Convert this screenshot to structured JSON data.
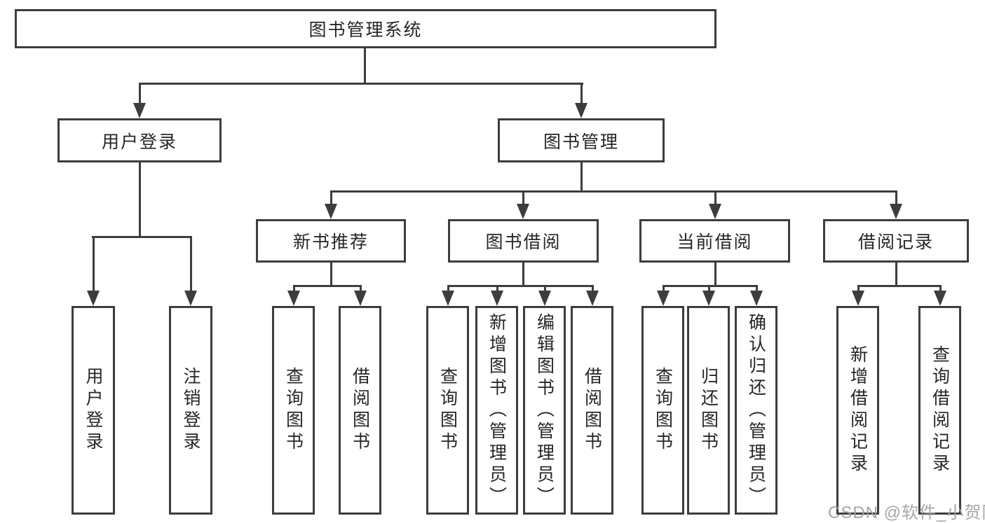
{
  "diagram": {
    "root": {
      "label": "图书管理系统"
    },
    "level2": [
      {
        "label": "用户登录"
      },
      {
        "label": "图书管理"
      }
    ],
    "level3": [
      {
        "label": "新书推荐"
      },
      {
        "label": "图书借阅"
      },
      {
        "label": "当前借阅"
      },
      {
        "label": "借阅记录"
      }
    ],
    "leaves": {
      "user_login": [
        {
          "label": "用户登录"
        },
        {
          "label": "注销登录"
        }
      ],
      "new_books": [
        {
          "label": "查询图书"
        },
        {
          "label": "借阅图书"
        }
      ],
      "book_borrow": [
        {
          "label": "查询图书"
        },
        {
          "label": "新增图书（管理员）"
        },
        {
          "label": "编辑图书（管理员）"
        },
        {
          "label": "借阅图书"
        }
      ],
      "current_borrow": [
        {
          "label": "查询图书"
        },
        {
          "label": "归还图书"
        },
        {
          "label": "确认归还（管理员）"
        }
      ],
      "borrow_records": [
        {
          "label": "新增借阅记录"
        },
        {
          "label": "查询借阅记录"
        }
      ]
    }
  },
  "watermark": {
    "text": "CSDN @软件_小贺同学"
  },
  "colors": {
    "line": "#3d3d3d",
    "text": "#262626",
    "background": "#ffffff",
    "watermark": "#9e9e9e"
  }
}
